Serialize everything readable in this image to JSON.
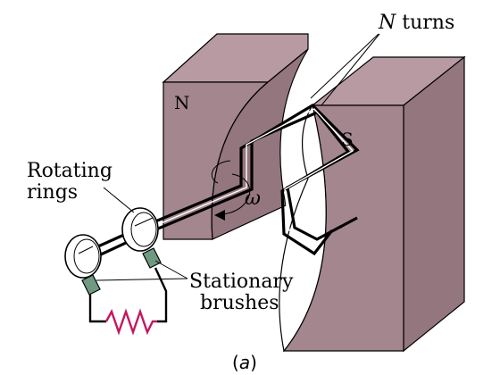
{
  "labels": {
    "n_turns_italic": "N",
    "n_turns_rest": " turns",
    "pole_north": "N",
    "pole_south": "S",
    "rotating_line1": "Rotating",
    "rotating_line2": "rings",
    "omega": "ω",
    "stationary_line1": "Stationary",
    "stationary_line2": "brushes",
    "caption_open": "(",
    "caption_letter": "a",
    "caption_close": ")"
  },
  "colors": {
    "magnet": "#a4868f",
    "brush": "#6f9a82",
    "resistor": "#c3185e"
  }
}
